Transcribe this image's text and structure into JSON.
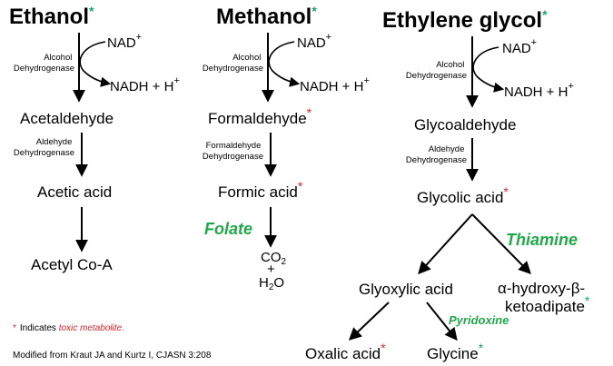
{
  "colors": {
    "green_star": "#1aa36f",
    "red_star": "#d9252b",
    "vitamin": "#22a84a",
    "toxic_note": "#d9252b"
  },
  "symbols": {
    "star": "*",
    "beta": "β"
  },
  "ethanol": {
    "title": "Ethanol",
    "enzyme1": [
      "Alcohol",
      "Dehydrogenase"
    ],
    "nad": "NAD",
    "plus": "+",
    "nadh": "NADH + H",
    "product1": "Acetaldehyde",
    "enzyme2": [
      "Aldehyde",
      "Dehydrogenase"
    ],
    "product2": "Acetic acid",
    "product3": "Acetyl Co-A"
  },
  "methanol": {
    "title": "Methanol",
    "enzyme1": [
      "Alcohol",
      "Dehydrogenase"
    ],
    "nad": "NAD",
    "plus": "+",
    "nadh": "NADH + H",
    "product1": "Formaldehyde",
    "enzyme2": [
      "Formaldehyde",
      "Dehydrogenase"
    ],
    "product2": "Formic acid",
    "vitamin": "Folate",
    "co2": "CO",
    "co2_sub": "2",
    "plus_sign": "+",
    "h2o_h": "H",
    "h2o_sub": "2",
    "h2o_o": "O"
  },
  "ethylene_glycol": {
    "title": "Ethylene glycol",
    "enzyme1": [
      "Alcohol",
      "Dehydrogenase"
    ],
    "nad": "NAD",
    "plus": "+",
    "nadh": "NADH + H",
    "product1": "Glycoaldehyde",
    "enzyme2": [
      "Aldehyde",
      "Dehydrogenase"
    ],
    "product2": "Glycolic acid",
    "vitamin_thiamine": "Thiamine",
    "glyoxylic": "Glyoxylic acid",
    "ahk_line1_a": "α-hydroxy-",
    "ahk_line1_b": "-",
    "ahk_line2": "ketoadipate",
    "vitamin_pyridoxine": "Pyridoxine",
    "oxalic": "Oxalic acid",
    "glycine": "Glycine"
  },
  "footnote": {
    "prefix": "Indicates ",
    "toxic": "toxic metabolite.",
    "citation": "Modified from Kraut JA and Kurtz I, CJASN 3:208"
  }
}
